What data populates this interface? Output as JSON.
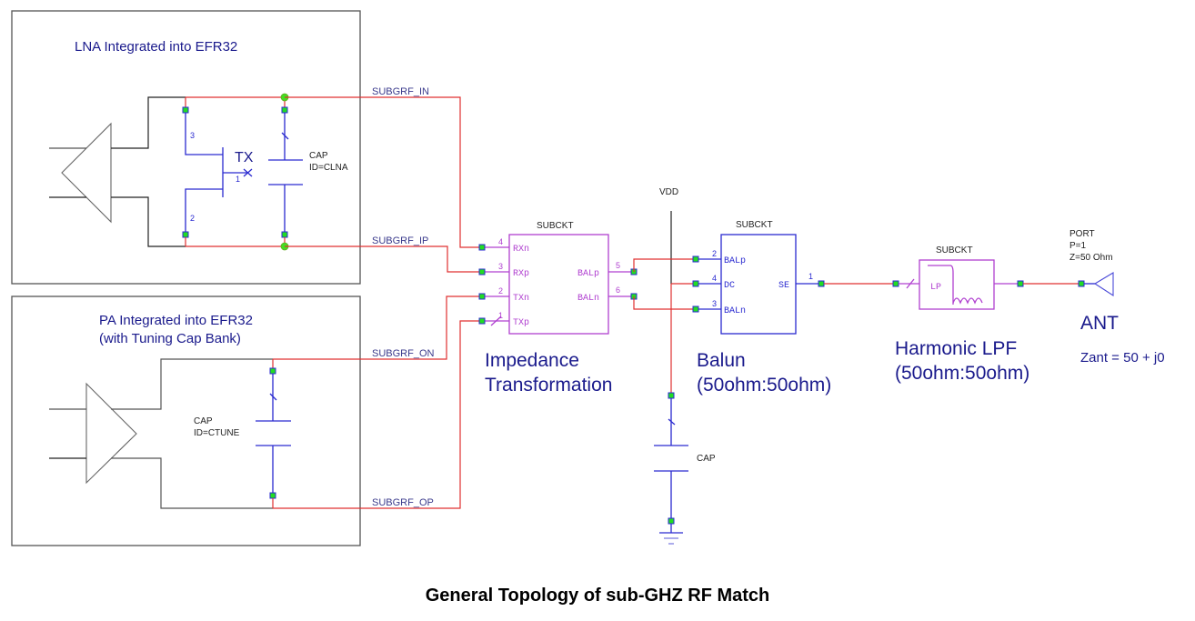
{
  "lna_block": {
    "title": "LNA Integrated into EFR32",
    "switch_label": "TX",
    "switch_pins": [
      "3",
      "2",
      "1"
    ],
    "cap_type": "CAP",
    "cap_id": "ID=CLNA"
  },
  "pa_block": {
    "title_line1": "PA Integrated into EFR32",
    "title_line2": "(with Tuning Cap Bank)",
    "cap_type": "CAP",
    "cap_id": "ID=CTUNE"
  },
  "nets": {
    "in": "SUBGRF_IN",
    "ip": "SUBGRF_IP",
    "on": "SUBGRF_ON",
    "op": "SUBGRF_OP"
  },
  "impedance_subckt": {
    "header": "SUBCKT",
    "pins_left": [
      {
        "num": "4",
        "name": "RXn"
      },
      {
        "num": "3",
        "name": "RXp"
      },
      {
        "num": "2",
        "name": "TXn"
      },
      {
        "num": "1",
        "name": "TXp"
      }
    ],
    "pins_right": [
      {
        "num": "5",
        "name": "BALp"
      },
      {
        "num": "6",
        "name": "BALn"
      }
    ],
    "label_line1": "Impedance",
    "label_line2": "Transformation"
  },
  "vdd": {
    "label": "VDD",
    "cap_label": "CAP"
  },
  "balun_subckt": {
    "header": "SUBCKT",
    "pins_left": [
      {
        "num": "2",
        "name": "BALp"
      },
      {
        "num": "4",
        "name": "DC"
      },
      {
        "num": "3",
        "name": "BALn"
      }
    ],
    "pin_right": {
      "num": "1",
      "name": "SE"
    },
    "label_line1": "Balun",
    "label_line2": "(50ohm:50ohm)"
  },
  "lpf_subckt": {
    "header": "SUBCKT",
    "inner_label": "LP",
    "label_line1": "Harmonic LPF",
    "label_line2": "(50ohm:50ohm)"
  },
  "port": {
    "line1": "PORT",
    "line2": "P=1",
    "line3": "Z=50 Ohm",
    "ant_label": "ANT",
    "impedance": "Zant = 50 + j0"
  },
  "caption": "General Topology of sub-GHZ RF Match"
}
